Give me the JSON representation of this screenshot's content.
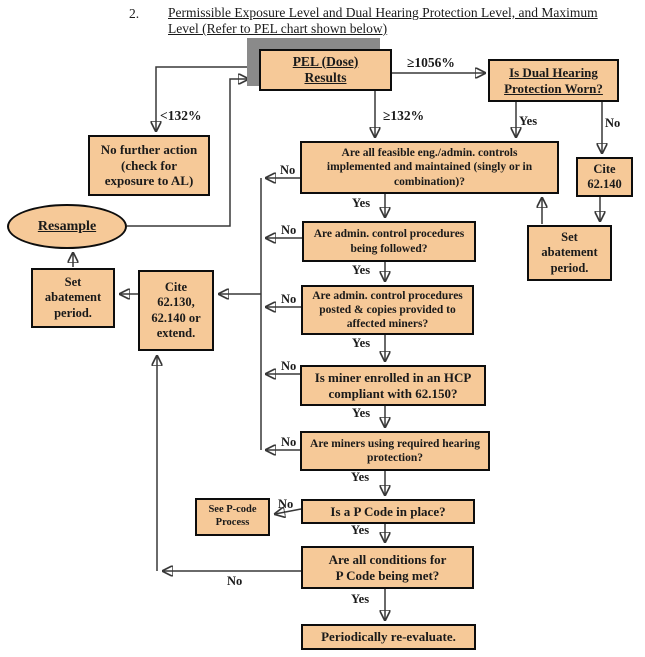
{
  "title": {
    "number": "2.",
    "line1": "Permissible Exposure Level and Dual Hearing Protection Level, and Maximum",
    "line2": "Level (Refer to PEL chart shown below)"
  },
  "colors": {
    "node_fill": "#F6C998",
    "node_border": "#0d0d0d",
    "shadow_gray": "#8A8A8A",
    "line": "#383838",
    "text": "#1a1a1a",
    "page_bg": "#ffffff"
  },
  "nodes": {
    "pel_results": "PEL (Dose)\nResults",
    "dual_hearing": "Is Dual Hearing\nProtection Worn?",
    "no_further_action": "No further action\n(check for\nexposure to AL)",
    "resample": "Resample",
    "set_abatement_left": "Set\nabatement\nperiod.",
    "cite_62130": "Cite\n62.130,\n62.140 or\nextend.",
    "feasible_controls": "Are all feasible eng./admin. controls\nimplemented and maintained (singly or in\ncombination)?",
    "admin_followed": "Are admin. control procedures\nbeing followed?",
    "admin_posted": "Are admin. control procedures\nposted & copies provided to\naffected miners?",
    "hcp_enrolled": "Is miner enrolled in an HCP\ncompliant with 62.150?",
    "hearing_protection": "Are miners using required hearing\nprotection?",
    "pcode_in_place": "Is a P Code in place?",
    "see_pcode": "See P-code\nProcess",
    "pcode_conditions": "Are all conditions for\nP Code being met?",
    "reevaluate": "Periodically re-evaluate.",
    "cite_62140": "Cite\n62.140",
    "set_abatement_right": "Set\nabatement\nperiod."
  },
  "edge_labels": {
    "ge_1056": "≥1056%",
    "lt_132": "<132%",
    "ge_132": "≥132%",
    "yes": "Yes",
    "no": "No"
  }
}
